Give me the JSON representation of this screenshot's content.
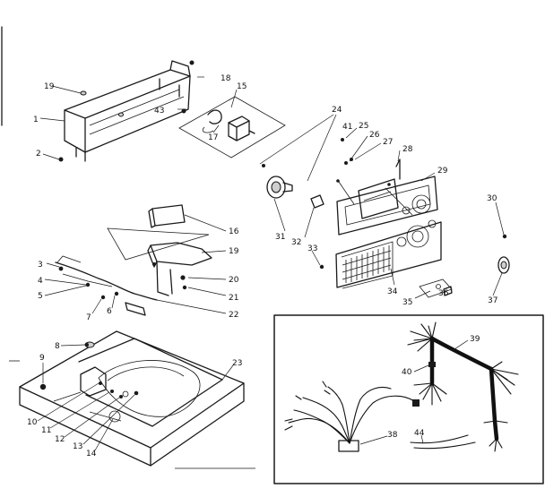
{
  "callouts": {
    "c1": "1",
    "c2": "2",
    "c3": "3",
    "c4": "4",
    "c5": "5",
    "c6": "6",
    "c7": "7",
    "c8": "8",
    "c9": "9",
    "c10": "10",
    "c11": "11",
    "c12": "12",
    "c13": "13",
    "c14": "14",
    "c15": "15",
    "c16": "16",
    "c17": "17",
    "c18": "18",
    "c19": "19",
    "c20": "20",
    "c21": "21",
    "c22": "22",
    "c23": "23",
    "c24": "24",
    "c25": "25",
    "c26": "26",
    "c27": "27",
    "c28": "28",
    "c29": "29",
    "c30": "30",
    "c31": "31",
    "c32": "32",
    "c33": "33",
    "c34": "34",
    "c35": "35",
    "c36": "36",
    "c37": "37",
    "c38": "38",
    "c39": "39",
    "c40": "40",
    "c41": "41",
    "c43": "43",
    "c44": "44"
  }
}
